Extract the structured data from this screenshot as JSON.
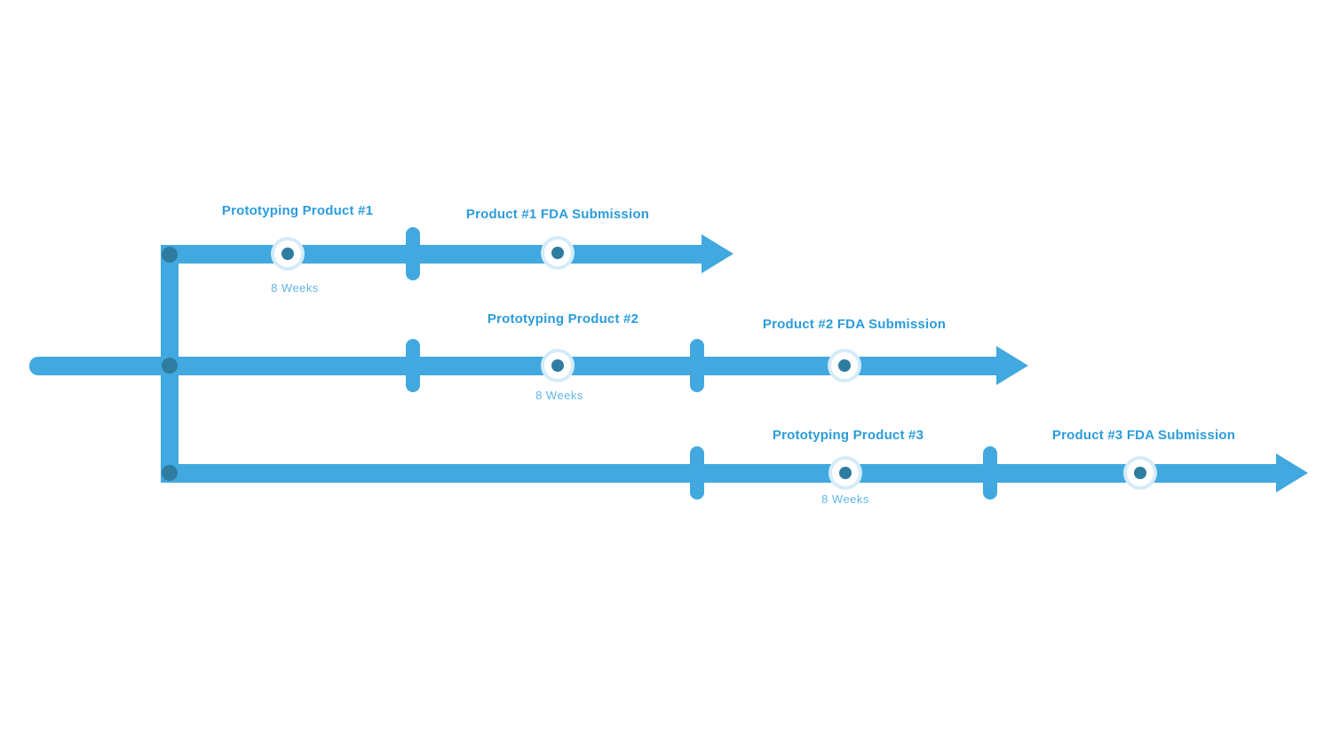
{
  "diagram": {
    "type": "timeline",
    "rows": [
      {
        "prototyping_label": "Prototyping Product #1",
        "duration_label": "8 Weeks",
        "fda_label": "Product #1 FDA Submission"
      },
      {
        "prototyping_label": "Prototyping Product #2",
        "duration_label": "8 Weeks",
        "fda_label": "Product #2 FDA Submission"
      },
      {
        "prototyping_label": "Prototyping Product #3",
        "duration_label": "8 Weeks",
        "fda_label": "Product #3 FDA Submission"
      }
    ],
    "colors": {
      "timeline_blue": "#41a8e0",
      "label_blue": "#2b9cdc",
      "duration_blue": "#5fb6e6",
      "node_dark_blue": "#2e7da1",
      "milestone_halo": "#d4ebf9",
      "milestone_face": "#ffffff",
      "background": "#ffffff"
    }
  }
}
